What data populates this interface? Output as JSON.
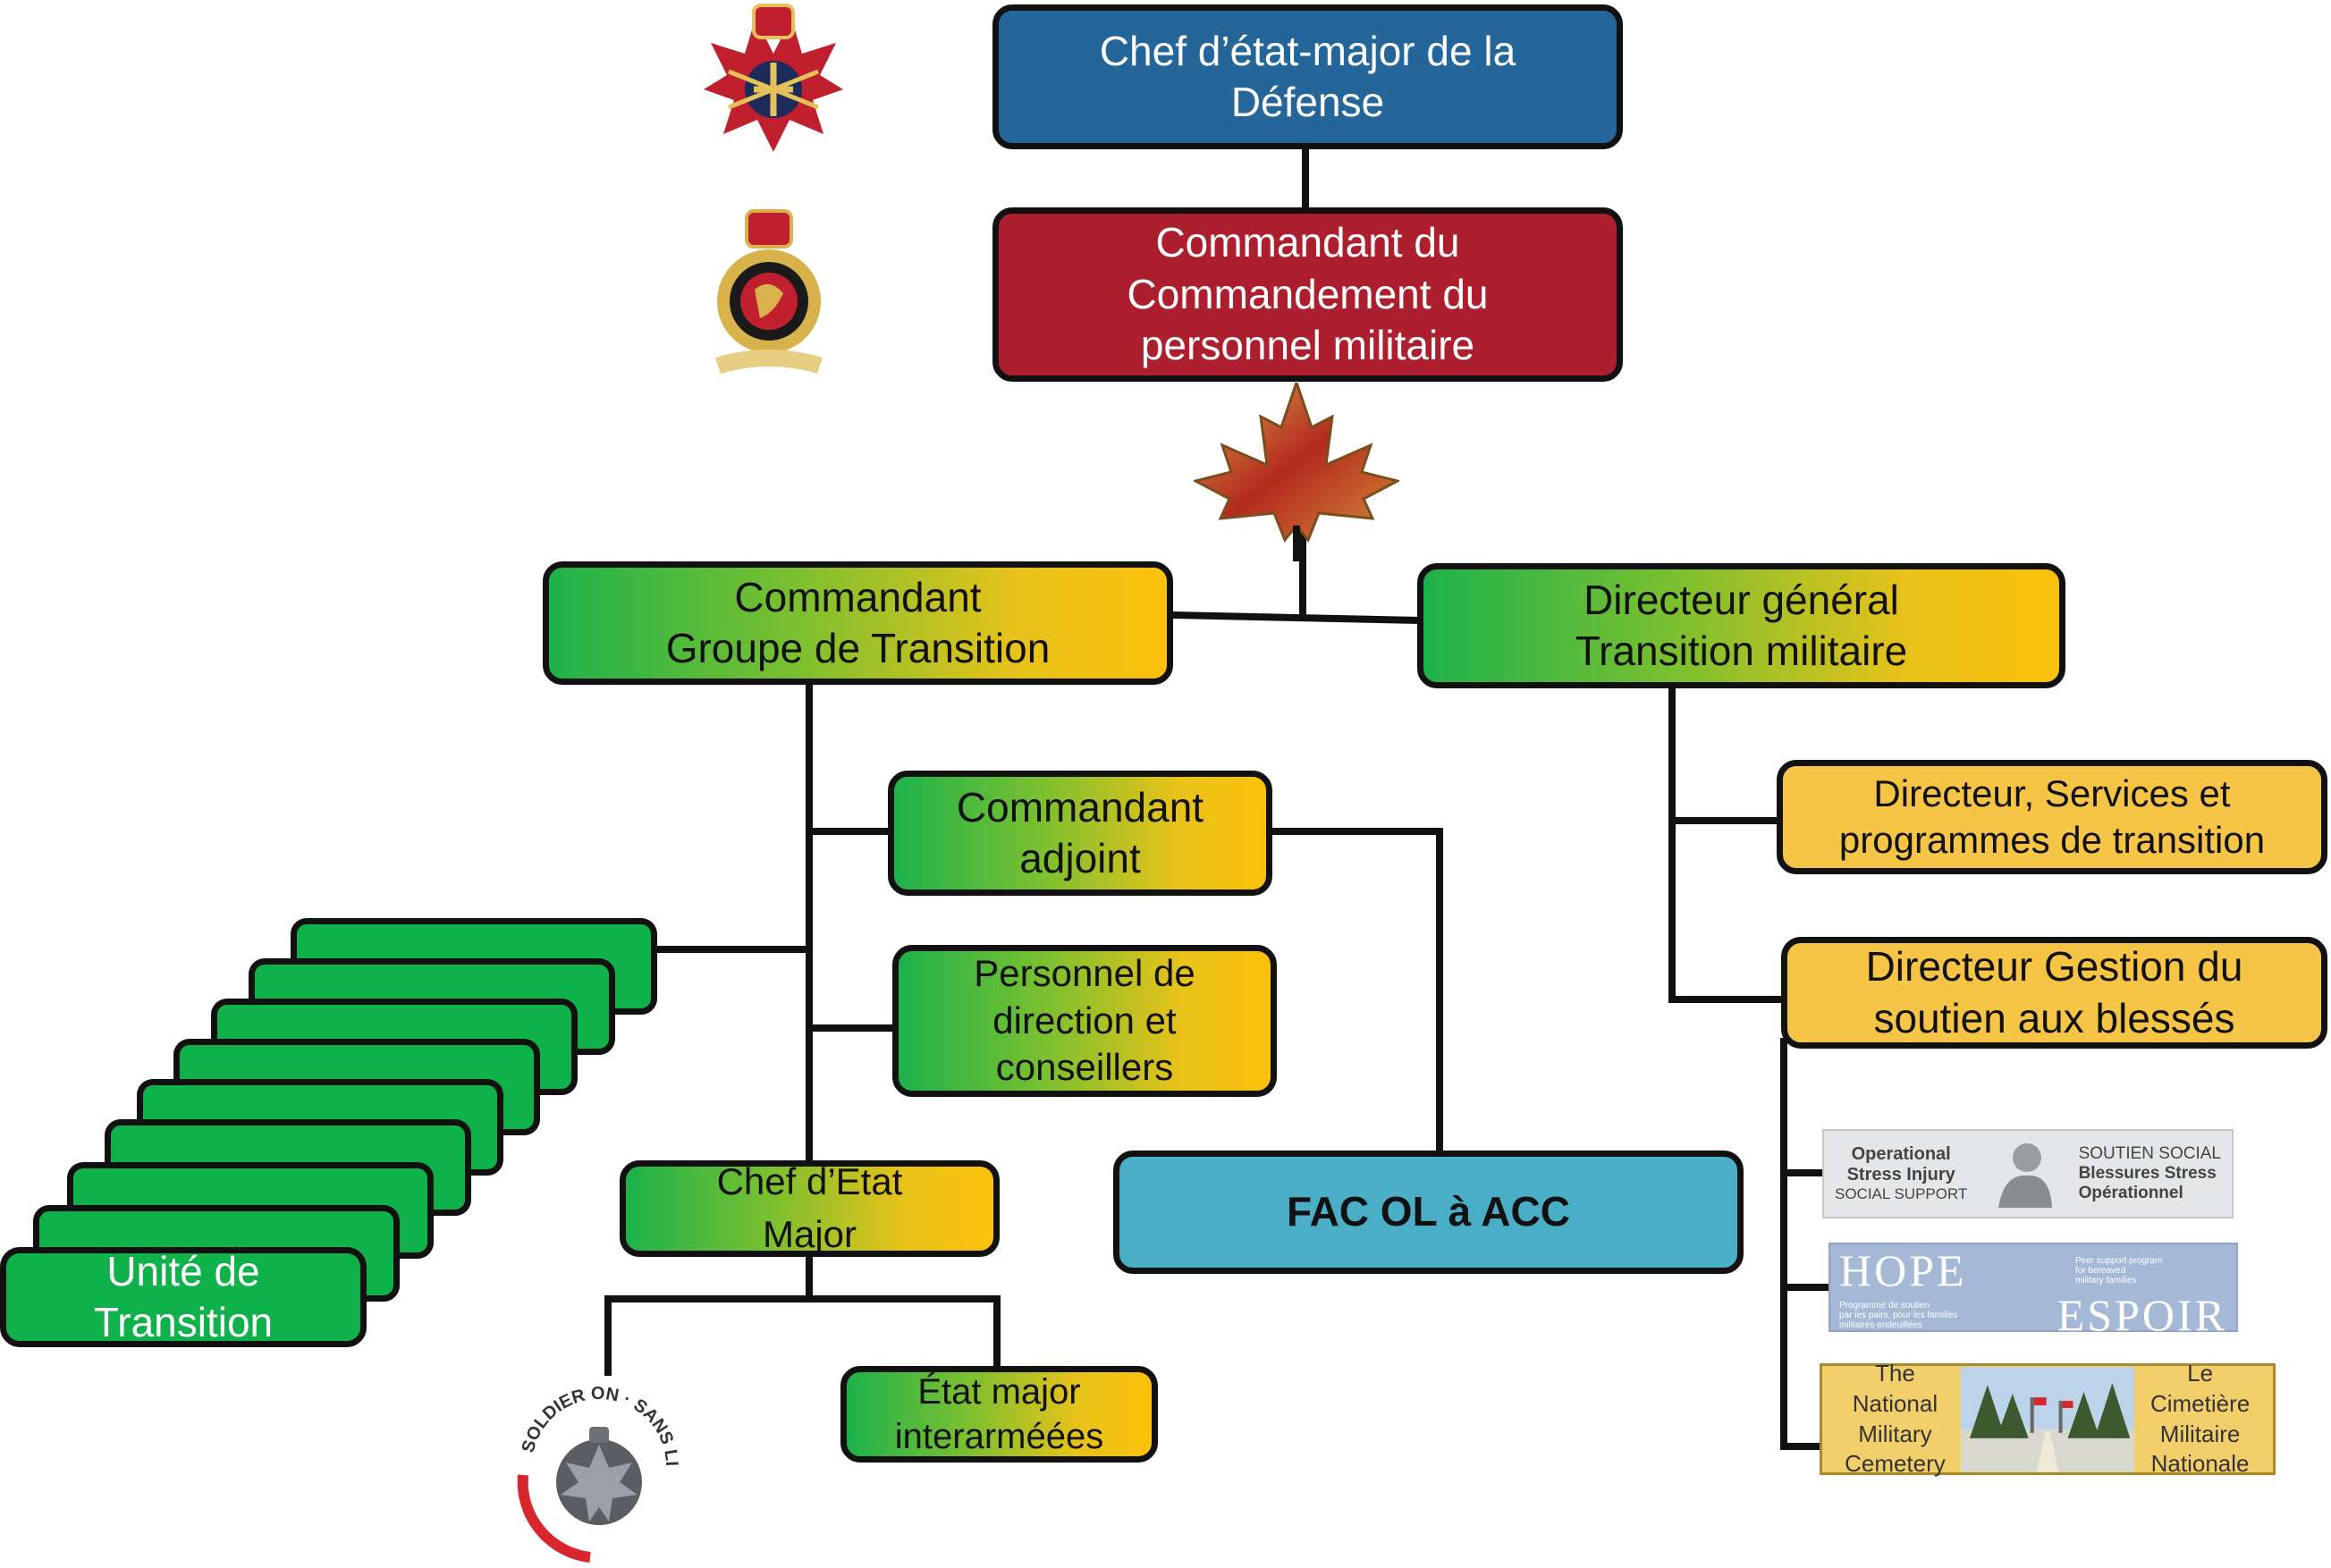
{
  "nodes": {
    "cemd": "Chef d’état-major de la\nDéfense",
    "cmdt_cpm": "Commandant du\nCommandement du\npersonnel militaire",
    "cmdt_gt": "Commandant\nGroupe de Transition",
    "dg_tm": "Directeur général\nTransition militaire",
    "cmdt_adj": "Commandant\nadjoint",
    "pers_dir": "Personnel de\ndirection et\nconseillers",
    "chef_em": "Chef d’Etat\nMajor",
    "em_inter": "État major\ninterarméées",
    "fac_ol": "FAC OL à ACC",
    "dir_services": "Directeur, Services et\nprogrammes de transition",
    "dir_gestion": "Directeur Gestion du\nsoutien aux blessés",
    "unite": "Unité de\nTransition"
  },
  "programs": {
    "ossis": {
      "en": [
        "Operational",
        "Stress Injury",
        "SOCIAL SUPPORT"
      ],
      "fr": [
        "SOUTIEN SOCIAL",
        "Blessures Stress",
        "Opérationnel"
      ]
    },
    "hope": {
      "top": "HOPE",
      "bottom": "ESPOIR",
      "en_note": "Peer support program\nfor bereaved\nmilitary families",
      "fr_note": "Programme de soutien\npar les pairs, pour les familles\nmilitaires endeuillées"
    },
    "cemetery": {
      "en": "The National\nMilitary\nCemetery",
      "fr": "Le Cimetière\nMilitaire\nNationale"
    }
  },
  "soldier_on": {
    "text": "SOLDIER ON · SANS LIMITES"
  },
  "colors": {
    "blue": "#24669a",
    "red": "#ad1f2e",
    "green": "#0fb14b",
    "yellow": "#f6c545",
    "cyan": "#4aaec6"
  },
  "icons": [
    "caf-badge-icon",
    "milpers-badge-icon",
    "maple-leaf-icon",
    "soldier-on-icon"
  ]
}
